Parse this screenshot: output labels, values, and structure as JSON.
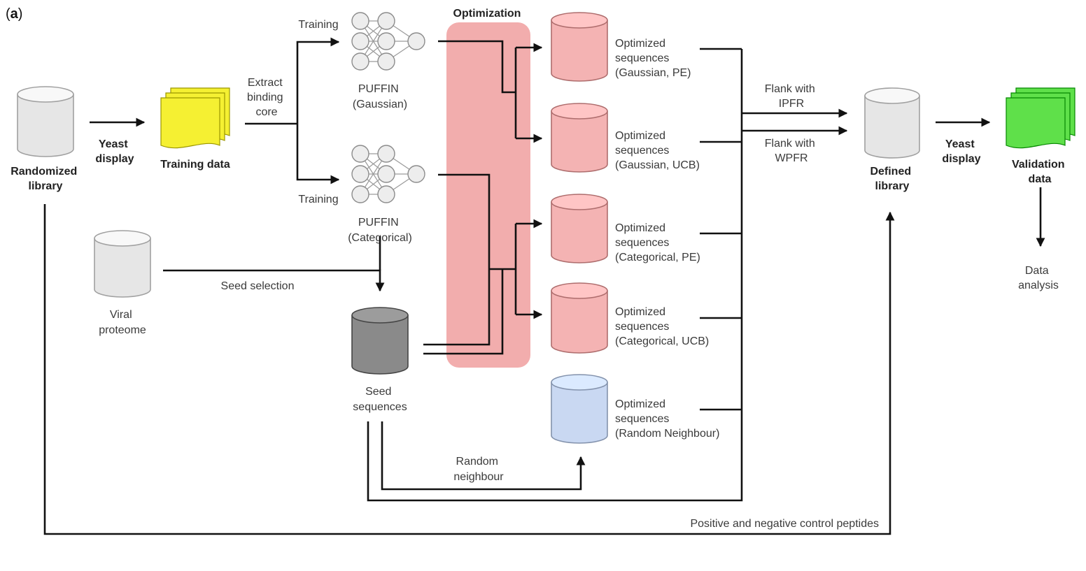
{
  "panel_label": "(a)",
  "panel_letter": "a",
  "optimization_title": "Optimization",
  "colors": {
    "optimization_band": "#f2adad",
    "optimized_cylinder": "#f4b3b3",
    "random_cylinder": "#c9d8f2",
    "library_cylinder": "#e6e6e6",
    "seed_cylinder": "#8a8a8a",
    "training_pages": "#f5f032",
    "validation_pages": "#5fe04a"
  },
  "nodes": {
    "randomized_library": [
      "Randomized",
      "library"
    ],
    "yeast_display_1": [
      "Yeast",
      "display"
    ],
    "training_data": "Training data",
    "extract": [
      "Extract",
      "binding",
      "core"
    ],
    "training_top": "Training",
    "training_bottom": "Training",
    "puffin_gaussian": [
      "PUFFIN",
      "(Gaussian)"
    ],
    "puffin_categorical": [
      "PUFFIN",
      "(Categorical)"
    ],
    "viral_proteome": [
      "Viral",
      "proteome"
    ],
    "seed_selection": "Seed selection",
    "seed_sequences": [
      "Seed",
      "sequences"
    ],
    "random_neighbour": [
      "Random",
      "neighbour"
    ],
    "opt_gaussian_pe": [
      "Optimized",
      "sequences",
      "(Gaussian, PE)"
    ],
    "opt_gaussian_ucb": [
      "Optimized",
      "sequences",
      "(Gaussian, UCB)"
    ],
    "opt_categorical_pe": [
      "Optimized",
      "sequences",
      "(Categorical, PE)"
    ],
    "opt_categorical_ucb": [
      "Optimized",
      "sequences",
      "(Categorical, UCB)"
    ],
    "opt_random": [
      "Optimized",
      "sequences",
      "(Random Neighbour)"
    ],
    "flank_ipfr": [
      "Flank with",
      "IPFR"
    ],
    "flank_wpfr": [
      "Flank with",
      "WPFR"
    ],
    "defined_library": [
      "Defined",
      "library"
    ],
    "yeast_display_2": [
      "Yeast",
      "display"
    ],
    "validation_data": [
      "Validation",
      "data"
    ],
    "data_analysis": [
      "Data",
      "analysis"
    ],
    "control_peptides": "Positive and negative control peptides"
  }
}
